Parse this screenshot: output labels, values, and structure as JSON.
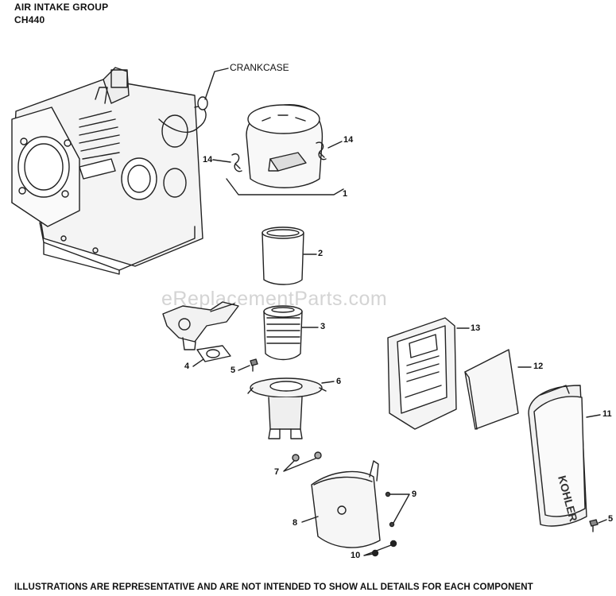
{
  "header": {
    "title": "AIR INTAKE GROUP",
    "model": "CH440"
  },
  "footer": {
    "disclaimer": "ILLUSTRATIONS ARE REPRESENTATIVE AND ARE NOT INTENDED TO SHOW ALL DETAILS FOR EACH COMPONENT"
  },
  "watermark": "eReplacementParts.com",
  "labels": {
    "crankcase": "CRANKCASE",
    "p1": "1",
    "p2": "2",
    "p3": "3",
    "p4": "4",
    "p5a": "5",
    "p5b": "5",
    "p6": "6",
    "p7": "7",
    "p8": "8",
    "p9": "9",
    "p10": "10",
    "p11": "11",
    "p12": "12",
    "p13": "13",
    "p14a": "14",
    "p14b": "14"
  },
  "cover_brand": "KOHLER"
}
